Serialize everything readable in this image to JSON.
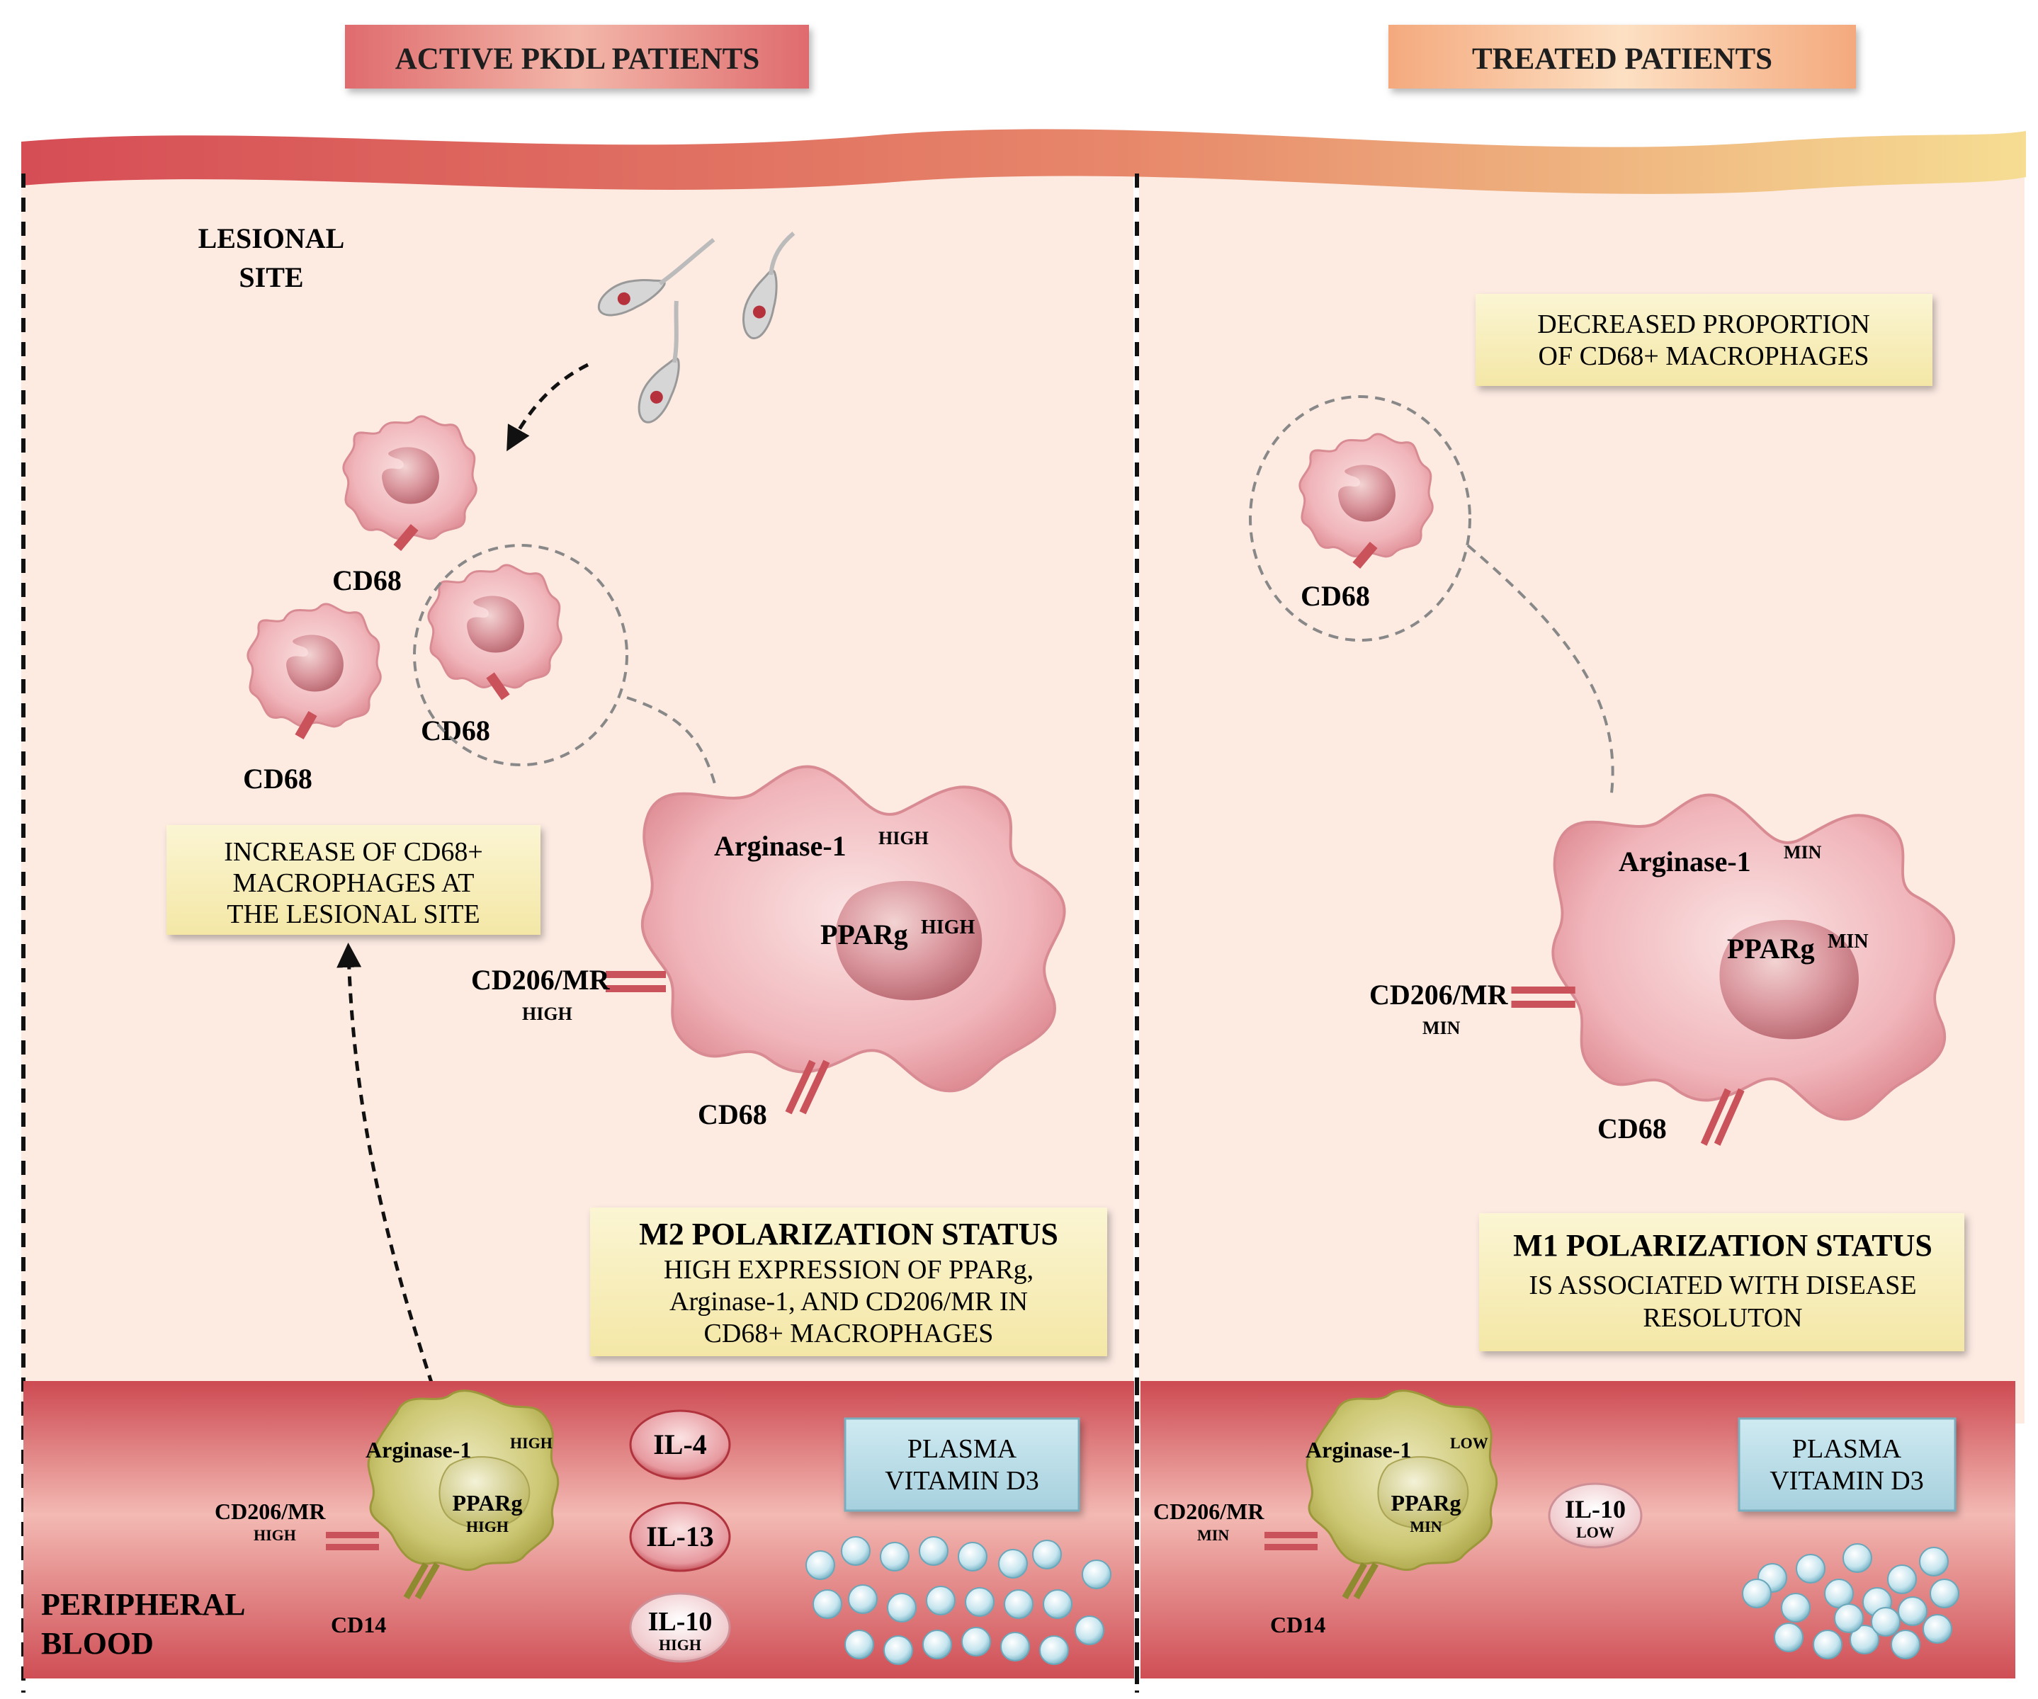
{
  "headers": {
    "left": "ACTIVE PKDL PATIENTS",
    "right": "TREATED PATIENTS"
  },
  "left": {
    "lesional_site": [
      "LESIONAL",
      "SITE"
    ],
    "cd68": "CD68",
    "increase_box": [
      "INCREASE OF CD68+",
      "MACROPHAGES AT",
      "THE LESIONAL SITE"
    ],
    "big_macrophage": {
      "arginase": "Arginase-1",
      "arginase_level": "HIGH",
      "pparg": "PPARg",
      "pparg_level": "HIGH",
      "cd206": "CD206/MR",
      "cd206_level": "HIGH",
      "cd68": "CD68"
    },
    "m2_box": {
      "title": "M2 POLARIZATION STATUS",
      "lines": [
        "HIGH EXPRESSION OF PPARg,",
        "Arginase-1, AND CD206/MR IN",
        "CD68+ MACROPHAGES"
      ]
    },
    "blood_cell": {
      "arginase": "Arginase-1",
      "arginase_level": "HIGH",
      "pparg": "PPARg",
      "pparg_level": "HIGH",
      "cd206": "CD206/MR",
      "cd206_level": "HIGH",
      "cd14": "CD14"
    },
    "cytokines": [
      {
        "label": "IL-4",
        "level": ""
      },
      {
        "label": "IL-13",
        "level": ""
      },
      {
        "label": "IL-10",
        "level": "HIGH"
      }
    ],
    "vitamin": [
      "PLASMA",
      "VITAMIN D3"
    ],
    "peripheral_blood": [
      "PERIPHERAL",
      "BLOOD"
    ]
  },
  "right": {
    "decreased_box": [
      "DECREASED PROPORTION",
      "OF CD68+ MACROPHAGES"
    ],
    "cd68": "CD68",
    "big_macrophage": {
      "arginase": "Arginase-1",
      "arginase_level": "MIN",
      "pparg": "PPARg",
      "pparg_level": "MIN",
      "cd206": "CD206/MR",
      "cd206_level": "MIN",
      "cd68": "CD68"
    },
    "m1_box": {
      "title": "M1 POLARIZATION STATUS",
      "lines": [
        "IS ASSOCIATED WITH DISEASE",
        "RESOLUTON"
      ]
    },
    "blood_cell": {
      "arginase": "Arginase-1",
      "arginase_level": "LOW",
      "pparg": "PPARg",
      "pparg_level": "MIN",
      "cd206": "CD206/MR",
      "cd206_level": "MIN",
      "cd14": "CD14"
    },
    "cytokine": {
      "label": "IL-10",
      "level": "LOW"
    },
    "vitamin": [
      "PLASMA",
      "VITAMIN D3"
    ]
  },
  "colors": {
    "header_left": "#e98579",
    "header_right": "#f7c49a",
    "skin_band": "#d9545a",
    "panel_bg": "#fce9e1",
    "macrophage": "#f0b3b8",
    "nucleus": "#c87a82",
    "blood_cell": "#c8c56a",
    "vitamin_box": "#b6dbe6",
    "note_box": "#f8f0be",
    "vessel": "#d9585d"
  }
}
